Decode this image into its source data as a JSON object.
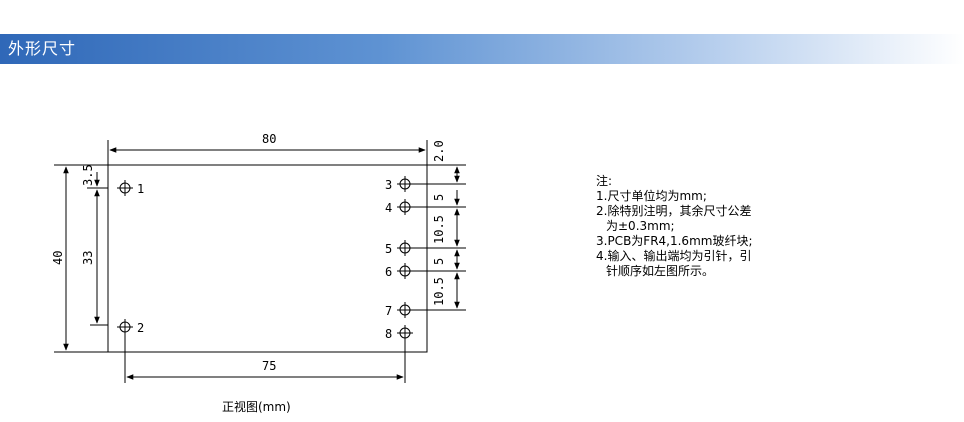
{
  "header": {
    "title": "外形尺寸"
  },
  "drawing": {
    "dims": {
      "width_top": "80",
      "width_bottom": "75",
      "height_total": "40",
      "height_inner": "33",
      "top_offset": "3.5",
      "right_top": "2.0",
      "right_gap_1": "5",
      "right_gap_2": "10.5",
      "right_gap_3": "5",
      "right_gap_4": "10.5"
    },
    "pins": [
      "1",
      "2",
      "3",
      "4",
      "5",
      "6",
      "7",
      "8"
    ],
    "caption": "正视图(mm)"
  },
  "notes": {
    "title": "注:",
    "lines": [
      "1.尺寸单位均为mm;",
      "2.除特别注明，其余尺寸公差",
      "为±0.3mm;",
      "3.PCB为FR4,1.6mm玻纤块;",
      "4.输入、输出端均为引针，引",
      "针顺序如左图所示。"
    ]
  }
}
